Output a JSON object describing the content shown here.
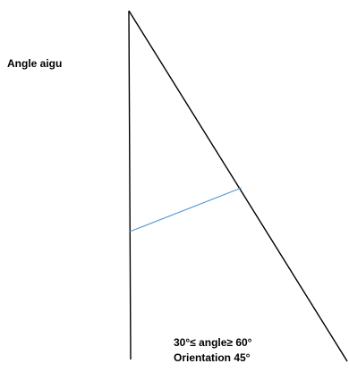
{
  "diagram": {
    "title": "Angle aigu",
    "angle_range": "30°≤ angle≥ 60°",
    "orientation": "Orientation 45°",
    "colors": {
      "lines": "#000000",
      "bisector": "#5b9bd5",
      "text": "#000000"
    }
  }
}
